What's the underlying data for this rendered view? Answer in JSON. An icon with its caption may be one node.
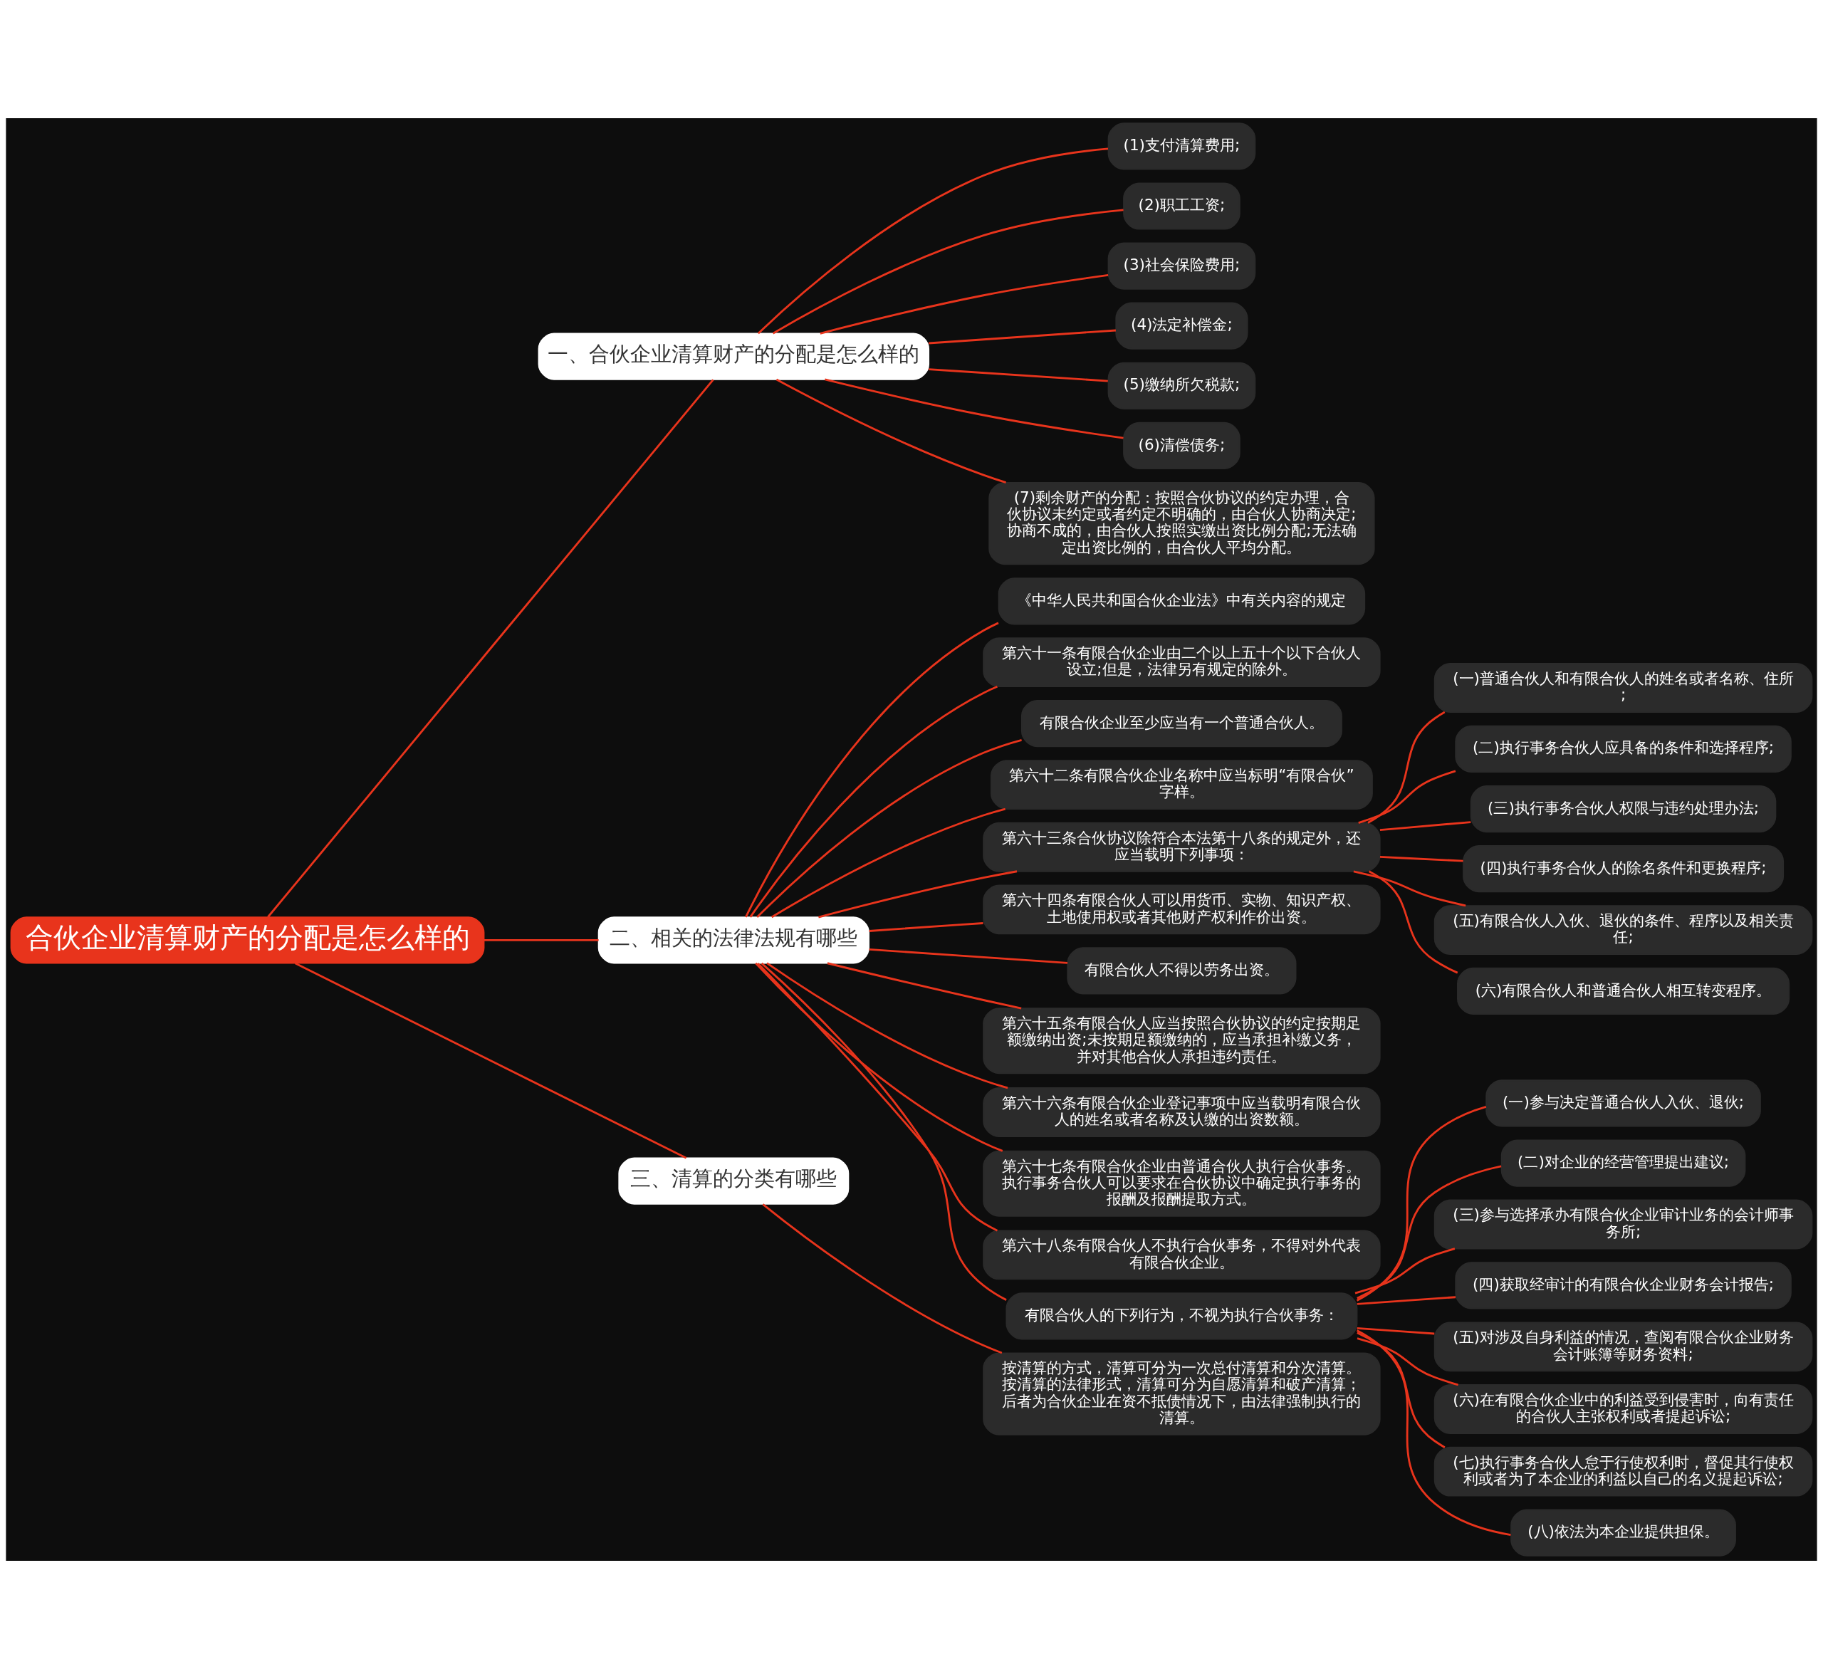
{
  "diagram": {
    "nodes": [
      {
        "text": [
          "合伙企业清算财产的分配是怎么样的"
        ]
      },
      {
        "text": [
          "一、合伙企业清算财产的分配是怎么样的"
        ]
      },
      {
        "text": [
          "(1)支付清算费用;"
        ]
      },
      {
        "text": [
          "(2)职工工资;"
        ]
      },
      {
        "text": [
          "(3)社会保险费用;"
        ]
      },
      {
        "text": [
          "(4)法定补偿金;"
        ]
      },
      {
        "text": [
          "(5)缴纳所欠税款;"
        ]
      },
      {
        "text": [
          "(6)清偿债务;"
        ]
      },
      {
        "text": [
          "(7)剩余财产的分配：按照合伙协议的约定办理，合伙协议未约定或者约定不明确的，由合伙人协商决定;协商不成的，由合伙人按照实缴出资比例分配;无法确定出资比例的，由合伙人平均分配。"
        ]
      },
      {
        "text": [
          "二、相关的法律法规有哪些"
        ]
      },
      {
        "text": [
          "《中华人民共和国合伙企业法》中有关内容的规定"
        ]
      },
      {
        "text": [
          "第六十一条有限合伙企业由二个以上五十个以下合伙人设立;但是，法律另有规定的除外。"
        ]
      },
      {
        "text": [
          "有限合伙企业至少应当有一个普通合伙人。"
        ]
      },
      {
        "text": [
          "第六十二条有限合伙企业名称中应当标明“有限合伙”字样。"
        ]
      },
      {
        "text": [
          "第六十三条合伙协议除符合本法第十八条的规定外，还应当载明下列事项："
        ]
      },
      {
        "text": [
          "(一)普通合伙人和有限合伙人的姓名或者名称、住所;"
        ]
      },
      {
        "text": [
          "(二)执行事务合伙人应具备的条件和选择程序;"
        ]
      },
      {
        "text": [
          "(三)执行事务合伙人权限与违约处理办法;"
        ]
      },
      {
        "text": [
          "(四)执行事务合伙人的除名条件和更换程序;"
        ]
      },
      {
        "text": [
          "(五)有限合伙人入伙、退伙的条件、程序以及相关责任;"
        ]
      },
      {
        "text": [
          "(六)有限合伙人和普通合伙人相互转变程序。"
        ]
      },
      {
        "text": [
          "第六十四条有限合伙人可以用货币、实物、知识产权、土地使用权或者其他财产权利作价出资。"
        ]
      },
      {
        "text": [
          "有限合伙人不得以劳务出资。"
        ]
      },
      {
        "text": [
          "第六十五条有限合伙人应当按照合伙协议的约定按期足额缴纳出资;未按期足额缴纳的，应当承担补缴义务，并对其他合伙人承担违约责任。"
        ]
      },
      {
        "text": [
          "第六十六条有限合伙企业登记事项中应当载明有限合伙人的姓名或者名称及认缴的出资数额。"
        ]
      },
      {
        "text": [
          "第六十七条有限合伙企业由普通合伙人执行合伙事务。执行事务合伙人可以要求在合伙协议中确定执行事务的报酬及报酬提取方式。"
        ]
      },
      {
        "text": [
          "第六十八条有限合伙人不执行合伙事务，不得对外代表有限合伙企业。"
        ]
      },
      {
        "text": [
          "有限合伙人的下列行为，不视为执行合伙事务："
        ]
      },
      {
        "text": [
          "(一)参与决定普通合伙人入伙、退伙;"
        ]
      },
      {
        "text": [
          "(二)对企业的经营管理提出建议;"
        ]
      },
      {
        "text": [
          "(三)参与选择承办有限合伙企业审计业务的会计师事务所;"
        ]
      },
      {
        "text": [
          "(四)获取经审计的有限合伙企业财务会计报告;"
        ]
      },
      {
        "text": [
          "(五)对涉及自身利益的情况，查阅有限合伙企业财务会计账簿等财务资料;"
        ]
      },
      {
        "text": [
          "(六)在有限合伙企业中的利益受到侵害时，向有责任的合伙人主张权利或者提起诉讼;"
        ]
      },
      {
        "text": [
          "(七)执行事务合伙人怠于行使权利时，督促其行使权利或者为了本企业的利益以自己的名义提起诉讼;"
        ]
      },
      {
        "text": [
          "(八)依法为本企业提供担保。"
        ]
      },
      {
        "text": [
          "三、清算的分类有哪些"
        ]
      },
      {
        "text": [
          "按清算的方式，清算可分为一次总付清算和分次清算。按清算的法律形式，清算可分为自愿清算和破产清算；后者为合伙企业在资不抵债情况下，由法律强制执行的清算。"
        ]
      }
    ],
    "edges": [
      {
        "from": 0,
        "to": 1,
        "arrow": "none"
      },
      {
        "from": 1,
        "to": 2,
        "arrow": "none"
      },
      {
        "from": 1,
        "to": 3,
        "arrow": "none"
      },
      {
        "from": 1,
        "to": 4,
        "arrow": "none"
      },
      {
        "from": 1,
        "to": 5,
        "arrow": "none"
      },
      {
        "from": 1,
        "to": 6,
        "arrow": "none"
      },
      {
        "from": 1,
        "to": 7,
        "arrow": "none"
      },
      {
        "from": 1,
        "to": 8,
        "arrow": "none"
      },
      {
        "from": 0,
        "to": 9,
        "arrow": "none"
      },
      {
        "from": 9,
        "to": 10,
        "arrow": "none"
      },
      {
        "from": 9,
        "to": 11,
        "arrow": "none"
      },
      {
        "from": 9,
        "to": 12,
        "arrow": "none"
      },
      {
        "from": 9,
        "to": 13,
        "arrow": "none"
      },
      {
        "from": 9,
        "to": 14,
        "arrow": "none"
      },
      {
        "from": 14,
        "to": 15,
        "arrow": "none"
      },
      {
        "from": 14,
        "to": 16,
        "arrow": "none"
      },
      {
        "from": 14,
        "to": 17,
        "arrow": "none"
      },
      {
        "from": 14,
        "to": 18,
        "arrow": "none"
      },
      {
        "from": 14,
        "to": 19,
        "arrow": "none"
      },
      {
        "from": 14,
        "to": 20,
        "arrow": "none"
      },
      {
        "from": 9,
        "to": 21,
        "arrow": "none"
      },
      {
        "from": 9,
        "to": 22,
        "arrow": "none"
      },
      {
        "from": 9,
        "to": 23,
        "arrow": "none"
      },
      {
        "from": 9,
        "to": 24,
        "arrow": "none"
      },
      {
        "from": 9,
        "to": 25,
        "arrow": "none"
      },
      {
        "from": 9,
        "to": 26,
        "arrow": "none"
      },
      {
        "from": 9,
        "to": 27,
        "arrow": "none"
      },
      {
        "from": 27,
        "to": 28,
        "arrow": "none"
      },
      {
        "from": 27,
        "to": 29,
        "arrow": "none"
      },
      {
        "from": 27,
        "to": 30,
        "arrow": "none"
      },
      {
        "from": 27,
        "to": 31,
        "arrow": "none"
      },
      {
        "from": 27,
        "to": 32,
        "arrow": "none"
      },
      {
        "from": 27,
        "to": 33,
        "arrow": "none"
      },
      {
        "from": 27,
        "to": 34,
        "arrow": "none"
      },
      {
        "from": 27,
        "to": 35,
        "arrow": "none"
      },
      {
        "from": 0,
        "to": 36,
        "arrow": "none"
      },
      {
        "from": 36,
        "to": 37,
        "arrow": "none"
      }
    ]
  }
}
